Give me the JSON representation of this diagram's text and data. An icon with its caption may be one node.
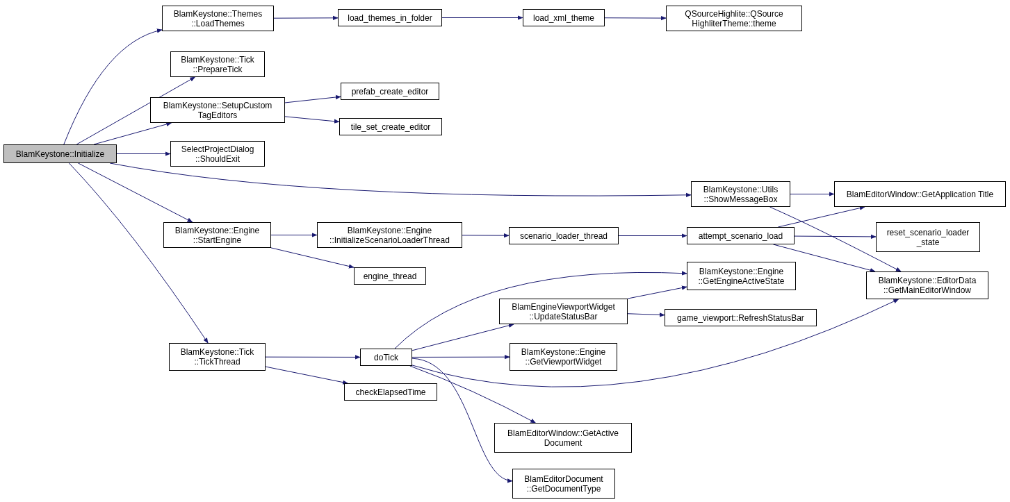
{
  "diagram": {
    "nodes": [
      {
        "text": [
          "BlamKeystone::Initialize"
        ]
      },
      {
        "text": [
          "BlamKeystone::Themes ::LoadThemes"
        ]
      },
      {
        "text": [
          "load_themes_in_folder"
        ]
      },
      {
        "text": [
          "load_xml_theme"
        ]
      },
      {
        "text": [
          "QSourceHighlite::QSource HighliterTheme::theme"
        ]
      },
      {
        "text": [
          "BlamKeystone::Tick ::PrepareTick"
        ]
      },
      {
        "text": [
          "BlamKeystone::SetupCustom TagEditors"
        ]
      },
      {
        "text": [
          "prefab_create_editor"
        ]
      },
      {
        "text": [
          "tile_set_create_editor"
        ]
      },
      {
        "text": [
          "SelectProjectDialog ::ShouldExit"
        ]
      },
      {
        "text": [
          "BlamKeystone::Utils ::ShowMessageBox"
        ]
      },
      {
        "text": [
          "BlamEditorWindow::GetApplication Title"
        ]
      },
      {
        "text": [
          "BlamKeystone::Engine ::StartEngine"
        ]
      },
      {
        "text": [
          "BlamKeystone::Engine ::InitializeScenarioLoaderThread"
        ]
      },
      {
        "text": [
          "scenario_loader_thread"
        ]
      },
      {
        "text": [
          "attempt_scenario_load"
        ]
      },
      {
        "text": [
          "reset_scenario_loader _state"
        ]
      },
      {
        "text": [
          "engine_thread"
        ]
      },
      {
        "text": [
          "BlamKeystone::Engine ::GetEngineActiveState"
        ]
      },
      {
        "text": [
          "BlamKeystone::EditorData ::GetMainEditorWindow"
        ]
      },
      {
        "text": [
          "BlamEngineViewportWidget ::UpdateStatusBar"
        ]
      },
      {
        "text": [
          "game_viewport::RefreshStatusBar"
        ]
      },
      {
        "text": [
          "BlamKeystone::Tick ::TickThread"
        ]
      },
      {
        "text": [
          "doTick"
        ]
      },
      {
        "text": [
          "BlamKeystone::Engine ::GetViewportWidget"
        ]
      },
      {
        "text": [
          "checkElapsedTime"
        ]
      },
      {
        "text": [
          "BlamEditorWindow::GetActive Document"
        ]
      },
      {
        "text": [
          "BlamEditorDocument ::GetDocumentType"
        ]
      }
    ],
    "edges": [
      {
        "from": 0,
        "to": 1,
        "arrow": "to"
      },
      {
        "from": 0,
        "to": 5,
        "arrow": "to"
      },
      {
        "from": 0,
        "to": 6,
        "arrow": "to"
      },
      {
        "from": 0,
        "to": 9,
        "arrow": "to"
      },
      {
        "from": 0,
        "to": 10,
        "arrow": "to"
      },
      {
        "from": 0,
        "to": 12,
        "arrow": "to"
      },
      {
        "from": 0,
        "to": 22,
        "arrow": "to"
      },
      {
        "from": 1,
        "to": 2,
        "arrow": "to"
      },
      {
        "from": 2,
        "to": 3,
        "arrow": "to"
      },
      {
        "from": 3,
        "to": 4,
        "arrow": "to"
      },
      {
        "from": 6,
        "to": 7,
        "arrow": "to"
      },
      {
        "from": 6,
        "to": 8,
        "arrow": "to"
      },
      {
        "from": 10,
        "to": 11,
        "arrow": "to"
      },
      {
        "from": 10,
        "to": 19,
        "arrow": "to"
      },
      {
        "from": 12,
        "to": 13,
        "arrow": "to"
      },
      {
        "from": 12,
        "to": 17,
        "arrow": "to"
      },
      {
        "from": 13,
        "to": 14,
        "arrow": "to"
      },
      {
        "from": 14,
        "to": 15,
        "arrow": "to"
      },
      {
        "from": 15,
        "to": 11,
        "arrow": "to"
      },
      {
        "from": 15,
        "to": 16,
        "arrow": "to"
      },
      {
        "from": 15,
        "to": 19,
        "arrow": "to"
      },
      {
        "from": 22,
        "to": 23,
        "arrow": "to"
      },
      {
        "from": 22,
        "to": 25,
        "arrow": "to"
      },
      {
        "from": 23,
        "to": 18,
        "arrow": "to"
      },
      {
        "from": 23,
        "to": 20,
        "arrow": "to"
      },
      {
        "from": 23,
        "to": 24,
        "arrow": "to"
      },
      {
        "from": 23,
        "to": 19,
        "arrow": "to"
      },
      {
        "from": 23,
        "to": 26,
        "arrow": "to"
      },
      {
        "from": 23,
        "to": 27,
        "arrow": "to"
      },
      {
        "from": 20,
        "to": 18,
        "arrow": "to"
      },
      {
        "from": 20,
        "to": 21,
        "arrow": "to"
      }
    ]
  }
}
